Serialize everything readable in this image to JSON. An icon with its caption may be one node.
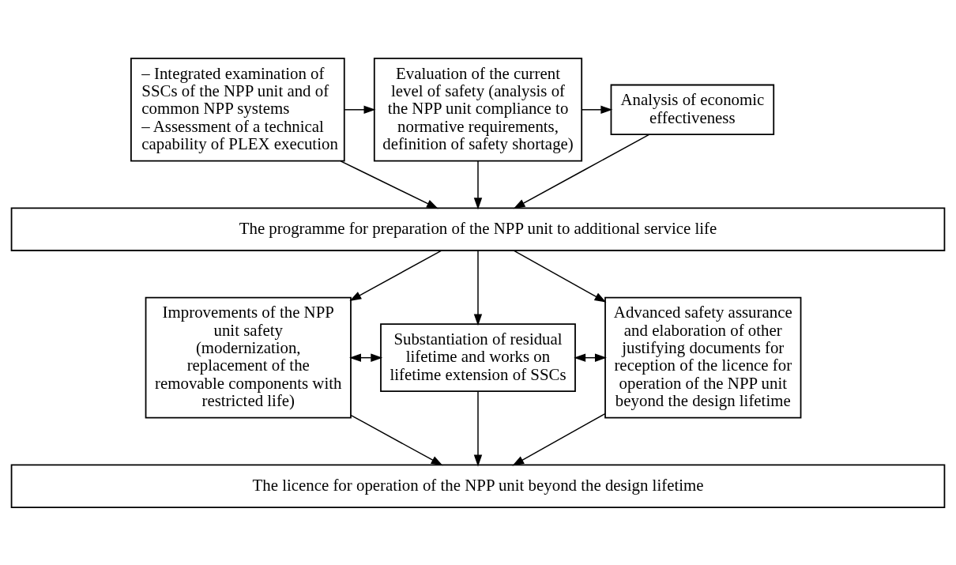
{
  "diagram": {
    "nodes": [
      {
        "text": [
          "– Integrated examination of SSCs of the NPP unit and of common NPP systems",
          "– Assessment of a technical capability of PLEX execution"
        ]
      },
      {
        "text": [
          "Evaluation of the current level of safety (analysis of the NPP unit compliance to normative requirements, definition of safety shortage)"
        ]
      },
      {
        "text": [
          "Analysis of economic effectiveness"
        ]
      },
      {
        "text": [
          "The programme for preparation of the NPP unit to additional service life"
        ]
      },
      {
        "text": [
          "Improvements of the NPP unit safety (modernization, replacement of the removable components with restricted life)"
        ]
      },
      {
        "text": [
          "Substantiation of residual lifetime and works on lifetime extension of SSCs"
        ]
      },
      {
        "text": [
          "Advanced safety assurance and elaboration of other justifying documents for reception of the licence for operation of the NPP unit beyond the design lifetime"
        ]
      },
      {
        "text": [
          "The licence for operation of the NPP unit beyond the design lifetime"
        ]
      }
    ],
    "edges": [
      {
        "from": 0,
        "to": 1,
        "arrow": "to"
      },
      {
        "from": 1,
        "to": 2,
        "arrow": "to"
      },
      {
        "from": 0,
        "to": 3,
        "arrow": "to"
      },
      {
        "from": 1,
        "to": 3,
        "arrow": "to"
      },
      {
        "from": 2,
        "to": 3,
        "arrow": "to"
      },
      {
        "from": 3,
        "to": 4,
        "arrow": "to"
      },
      {
        "from": 3,
        "to": 5,
        "arrow": "to"
      },
      {
        "from": 3,
        "to": 6,
        "arrow": "to"
      },
      {
        "from": 4,
        "to": 5,
        "arrow": "both"
      },
      {
        "from": 5,
        "to": 6,
        "arrow": "both"
      },
      {
        "from": 4,
        "to": 7,
        "arrow": "to"
      },
      {
        "from": 5,
        "to": 7,
        "arrow": "to"
      },
      {
        "from": 6,
        "to": 7,
        "arrow": "to"
      }
    ]
  }
}
